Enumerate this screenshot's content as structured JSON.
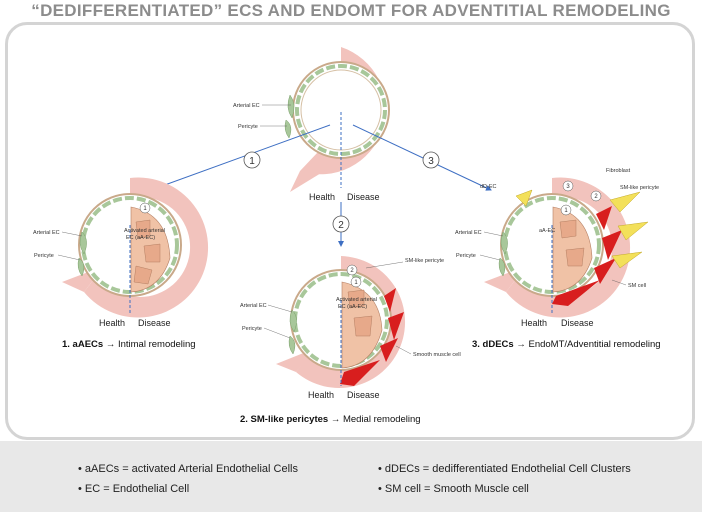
{
  "title": "“DEDIFFERENTIATED” ECS AND ENDOMT FOR ADVENTITIAL REMODELING",
  "labels": {
    "arterial_ec": "Arterial EC",
    "pericyte": "Pericyte",
    "health": "Health",
    "disease": "Disease",
    "activated_ec_line1": "Activated arterial",
    "activated_ec_line2": "EC (aA-EC)",
    "sm_like_pericyte": "SM-like pericyte",
    "smooth_muscle_cell": "Smooth muscle cell",
    "fibroblast": "Fibroblast",
    "dd_ec": "dD-EC",
    "aa_ec": "aA-EC",
    "sm_cell": "SM cell"
  },
  "steps": [
    "1",
    "2",
    "3"
  ],
  "captions": {
    "c1_bold": "1. aAECs",
    "c1_rest": " → Intimal remodeling",
    "c2_bold": "2. SM-like pericytes",
    "c2_rest": " → Medial remodeling",
    "c3_bold": "3. dDECs",
    "c3_rest": " → EndoMT/Adventitial remodeling"
  },
  "legend": [
    "• aAECs = activated Arterial Endothelial Cells",
    "• EC = Endothelial Cell",
    "• dDECs = dedifferentiated Endothelial Cell Clusters",
    "• SM cell = Smooth Muscle cell"
  ],
  "colors": {
    "ring": "#f2c3bd",
    "cell": "#f0c2a6",
    "smooth_muscle": "#d81e1e",
    "pericyte": "#a8c79a",
    "fibroblast": "#f3e05a",
    "arrow": "#3e6fc3"
  }
}
